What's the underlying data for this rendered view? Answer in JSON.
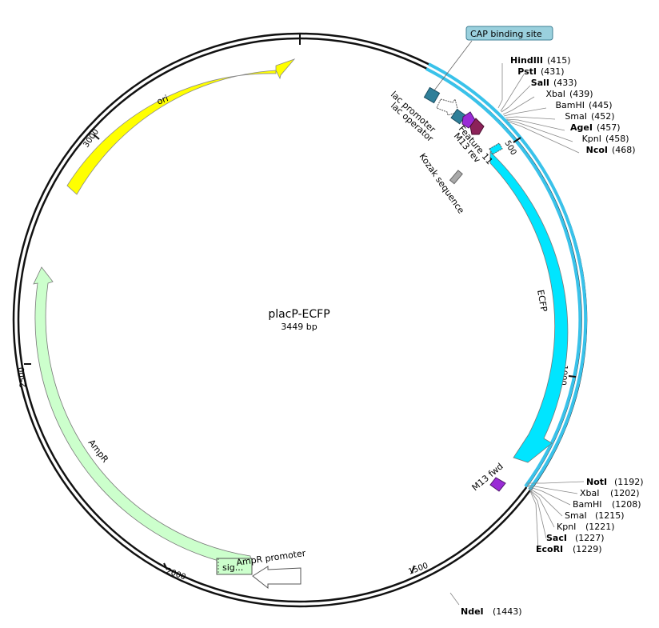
{
  "plasmid": {
    "name": "placP-ECFP",
    "size_label": "3449 bp"
  },
  "colors": {
    "backbone": "#111111",
    "ori": "#ffff00",
    "ecfp": "#00e5ff",
    "cap_band": "#39c2ea",
    "ampr": "#ccffcc",
    "promoter_box": "#2f7f99",
    "m13": "#9a2bd6",
    "feature11": "#8c2259",
    "kozak": "#a9a9a9",
    "cap_label_bg": "#9ad0dd"
  },
  "features": {
    "ori": "ori",
    "ecfp": "ECFP",
    "ampr": "AmpR",
    "ampr_promoter": "AmpR promoter",
    "sig": "sig...",
    "cap": "CAP binding site",
    "lac_promoter": "lac promoter",
    "lac_operator": "lac operator",
    "m13_rev": "M13 rev",
    "feature11": "Feature 11",
    "kozak": "Kozak sequence",
    "m13_fwd": "M13 fwd"
  },
  "ticks": [
    "500",
    "1000",
    "1500",
    "2000",
    "2500",
    "3000"
  ],
  "enzymes_top": [
    {
      "name": "HindIII",
      "pos": "(415)",
      "bold": true
    },
    {
      "name": "PstI",
      "pos": "(431)",
      "bold": true
    },
    {
      "name": "SalI",
      "pos": "(433)",
      "bold": true
    },
    {
      "name": "XbaI",
      "pos": "(439)",
      "bold": false
    },
    {
      "name": "BamHI",
      "pos": "(445)",
      "bold": false
    },
    {
      "name": "SmaI",
      "pos": "(452)",
      "bold": false
    },
    {
      "name": "AgeI",
      "pos": "(457)",
      "bold": true
    },
    {
      "name": "KpnI",
      "pos": "(458)",
      "bold": false
    },
    {
      "name": "NcoI",
      "pos": "(468)",
      "bold": true
    }
  ],
  "enzymes_bottom": [
    {
      "name": "NotI",
      "pos": "(1192)",
      "bold": true
    },
    {
      "name": "XbaI",
      "pos": "(1202)",
      "bold": false
    },
    {
      "name": "BamHI",
      "pos": "(1208)",
      "bold": false
    },
    {
      "name": "SmaI",
      "pos": "(1215)",
      "bold": false
    },
    {
      "name": "KpnI",
      "pos": "(1221)",
      "bold": false
    },
    {
      "name": "SacI",
      "pos": "(1227)",
      "bold": true
    },
    {
      "name": "EcoRI",
      "pos": "(1229)",
      "bold": true
    }
  ],
  "enzyme_ndei": {
    "name": "NdeI",
    "pos": "(1443)",
    "bold": true
  }
}
